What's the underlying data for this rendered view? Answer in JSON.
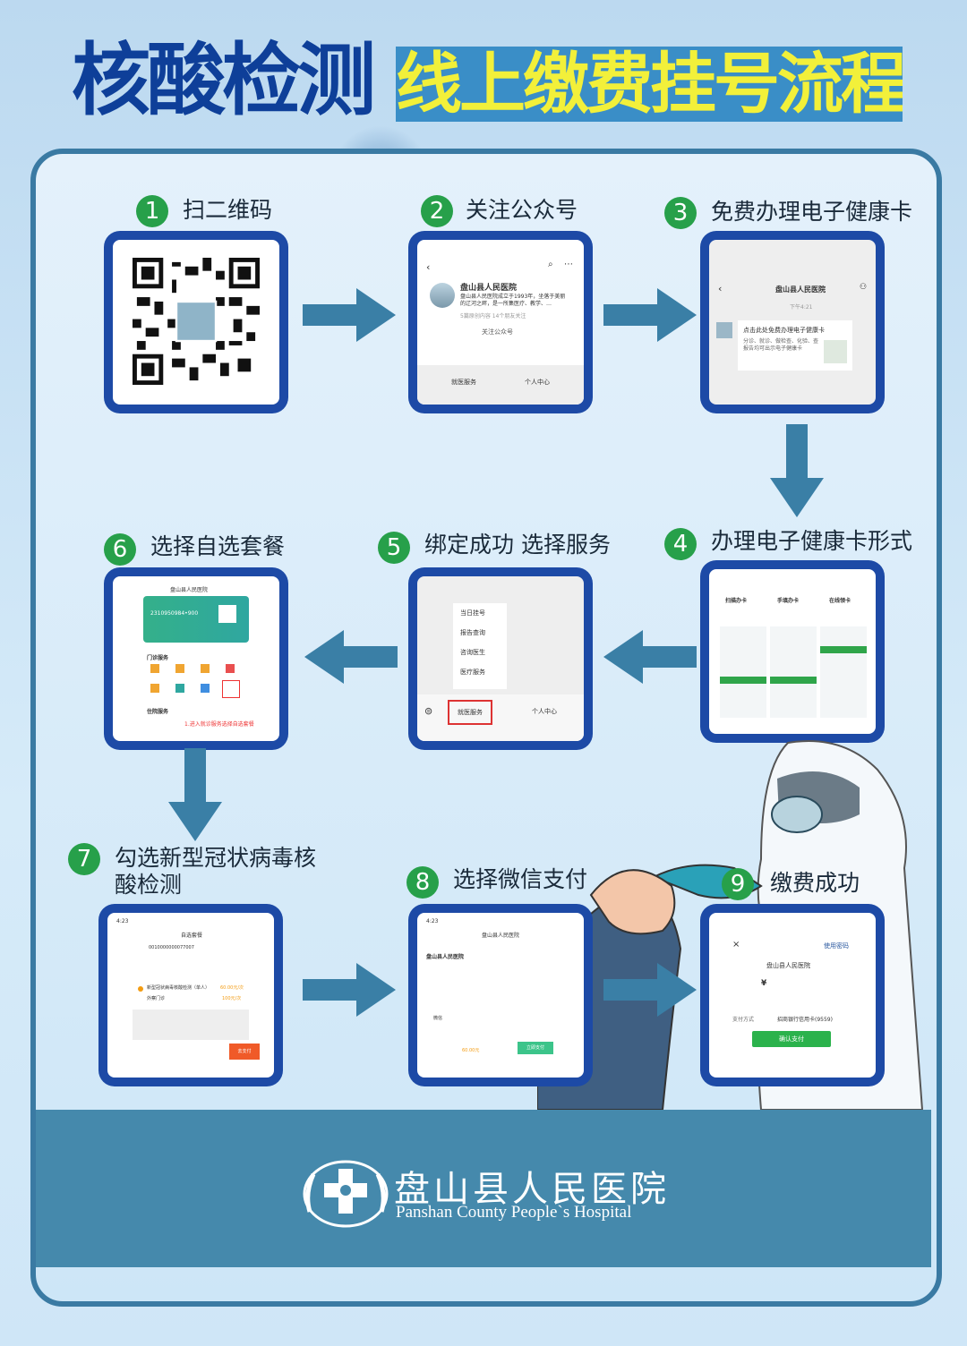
{
  "header": {
    "title_main": "核酸检测",
    "title_sub": "线上缴费挂号流程"
  },
  "steps": [
    {
      "num": "1",
      "label": "扫二维码"
    },
    {
      "num": "2",
      "label": "关注公众号"
    },
    {
      "num": "3",
      "label": "免费办理电子健康卡"
    },
    {
      "num": "4",
      "label": "办理电子健康卡形式"
    },
    {
      "num": "5",
      "label": "绑定成功  选择服务"
    },
    {
      "num": "6",
      "label": "选择自选套餐"
    },
    {
      "num": "7",
      "label_line1": "勾选新型冠状病毒核",
      "label_line2": "酸检测"
    },
    {
      "num": "8",
      "label": "选择微信支付"
    },
    {
      "num": "9",
      "label": "缴费成功"
    }
  ],
  "screens": {
    "s2": {
      "name": "盘山县人民医院",
      "desc": "盘山县人民医院成立于1993年，坐落于美丽的辽河之畔，是一所集医疗、教学、…",
      "stats": "5篇原创内容    14个朋友关注",
      "follow": "关注公众号",
      "menu_left": "就医服务",
      "menu_right": "个人中心"
    },
    "s3": {
      "title": "盘山县人民医院",
      "time": "下午4:21",
      "msg": "点击此处免费办理电子健康卡",
      "msg_sub": "分诊、就诊、做检查、化验、查报告均可出示电子健康卡"
    },
    "s4": {
      "opt1": "扫描办卡",
      "opt2": "手填办卡",
      "opt3": "在线领卡"
    },
    "s5": {
      "items": [
        "当日挂号",
        "报告查询",
        "咨询医生",
        "医疗服务"
      ],
      "menu_left": "就医服务",
      "menu_right": "个人中心"
    },
    "s6": {
      "title": "盘山县人民医院",
      "card_no": "2310950984•900",
      "section1": "门诊服务",
      "section2": "住院服务",
      "note": "1.进入就诊服务选择自选套餐"
    },
    "s7": {
      "time": "4:23",
      "title": "自选套餐",
      "id": "0010000000077007",
      "item": "新型冠状病毒核酸检测（单人）",
      "price": "60.00元/次",
      "item2": "外察门诊",
      "price2": "100元/次",
      "pay": "去支付"
    },
    "s8": {
      "time": "4:23",
      "title": "盘山县人民医院",
      "section": "盘山县人民医院",
      "pay_label": "微信",
      "total": "60.00元",
      "btn": "立即支付"
    },
    "s9": {
      "pwd": "使用密码",
      "name": "盘山县人民医院",
      "yen": "¥",
      "method_label": "支付方式",
      "method": "招商银行信用卡(9559)",
      "confirm": "确认支付"
    }
  },
  "footer": {
    "hospital_cn": "盘山县人民医院",
    "hospital_en": "Panshan County People`s Hospital"
  },
  "colors": {
    "title_blue": "#0e3f99",
    "title_yellow": "#f2f03a",
    "card_border": "#1d4aa6",
    "step_green": "#27a04a",
    "arrow": "#3a7fa6",
    "footer": "#4589ac"
  }
}
